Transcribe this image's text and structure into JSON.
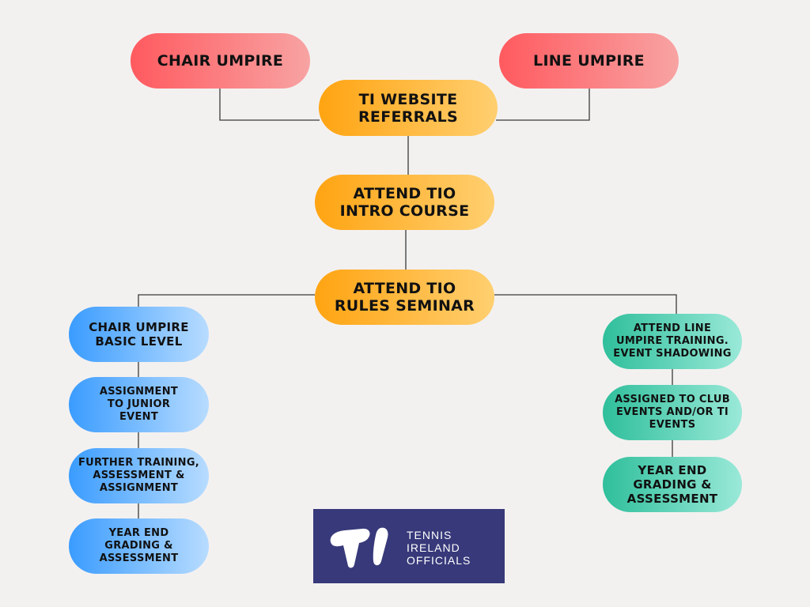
{
  "nodes": {
    "chair_umpire": "CHAIR UMPIRE",
    "line_umpire": "LINE UMPIRE",
    "ti_website_referrals": "TI WEBSITE\nREFERRALS",
    "attend_tio_intro_course": "ATTEND TIO\nINTRO COURSE",
    "attend_tio_rules_seminar": "ATTEND TIO\nRULES SEMINAR",
    "chair_umpire_basic_level": "CHAIR UMPIRE\nBASIC LEVEL",
    "assignment_to_junior_event": "ASSIGNMENT\nTO JUNIOR\nEVENT",
    "further_training": "FURTHER TRAINING,\nASSESSMENT &\nASSIGNMENT",
    "year_end_left": "YEAR END\nGRADING &\nASSESSMENT",
    "attend_line_umpire_training": "ATTEND LINE\nUMPIRE TRAINING.\nEVENT SHADOWING",
    "assigned_to_club_events": "ASSIGNED TO CLUB\nEVENTS AND/OR TI\nEVENTS",
    "year_end_right": "YEAR END\nGRADING &\nASSESSMENT"
  },
  "logo": {
    "line1": "TENNIS",
    "line2": "IRELAND",
    "line3": "OFFICIALS"
  },
  "colors": {
    "red": "#ff5a5f",
    "orange": "#ffa412",
    "blue": "#3a9cff",
    "green": "#2fbf9b",
    "logo_bg": "#37397a",
    "background": "#f3f1f0"
  }
}
